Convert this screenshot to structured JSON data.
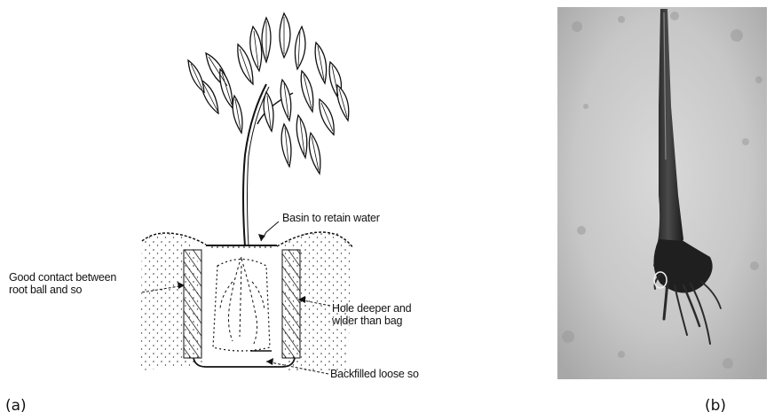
{
  "panel_a": {
    "label": "(a)",
    "annotations": {
      "basin": "Basin to retain water",
      "contact_line1": "Good contact between",
      "contact_line2": "root ball and so",
      "hole_line1": "Hole deeper and",
      "hole_line2": "wider than bag",
      "backfilled": "Backfilled loose so"
    }
  },
  "panel_b": {
    "label": "(b)"
  },
  "colors": {
    "ink": "#111111",
    "photo_bg": "#c9c9c9",
    "root": "#2b2b2b"
  }
}
